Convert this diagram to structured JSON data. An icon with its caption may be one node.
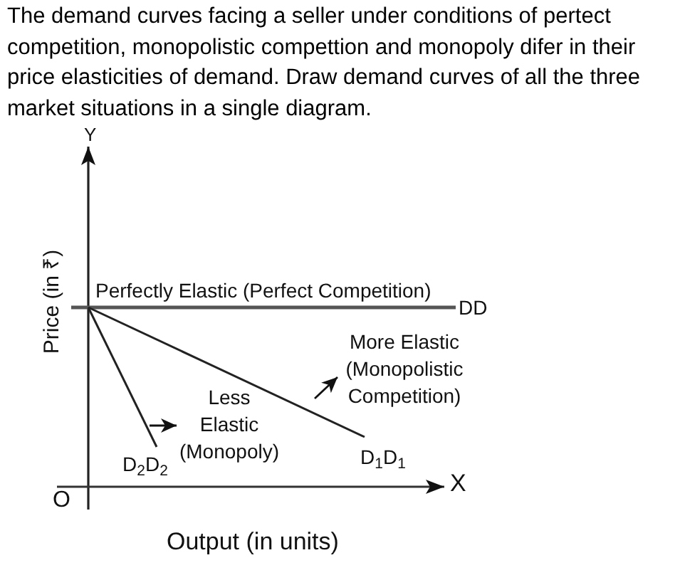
{
  "diagram": {
    "title": "The demand curves facing a seller under conditions of pertect competition, monopolistic compettion and monopoly difer in their price elasticities of demand. Draw demand curves of all the three market situations in a single diagram.",
    "nodes": [
      {
        "text": [
          "More Elastic (Monopolistic Competition)"
        ]
      },
      {
        "text": [
          "Less Elastic (Monopoly)"
        ]
      }
    ],
    "edges": [
      {
        "from": null,
        "to": 0,
        "arrow": "to"
      },
      {
        "from": null,
        "to": 1,
        "arrow": "to"
      }
    ],
    "labels": [
      "Y",
      "Price (in ₹)",
      "Perfectly Elastic (Perfect Competition)",
      "DD",
      "D$_{1}$D$_{1}$",
      "D$_{2}$D$_{2}$",
      "O",
      "X",
      "Output (in units)"
    ]
  }
}
